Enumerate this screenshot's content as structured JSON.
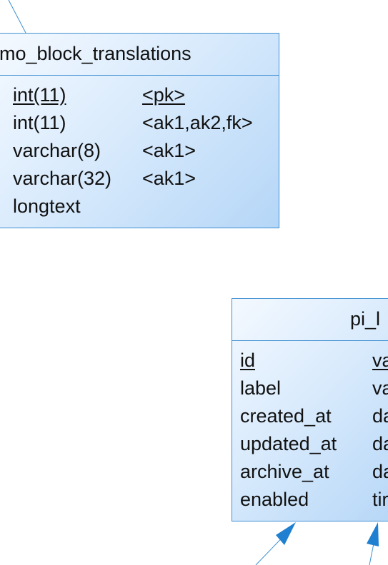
{
  "entities": [
    {
      "title": "mo_block_translations",
      "rows": [
        {
          "type": "int(11)",
          "key": "<pk>",
          "underline": true
        },
        {
          "type": "int(11)",
          "key": "<ak1,ak2,fk>",
          "underline": false
        },
        {
          "type": "varchar(8)",
          "key": "<ak1>",
          "underline": false
        },
        {
          "type": "varchar(32)",
          "key": "<ak1>",
          "underline": false
        },
        {
          "type": "longtext",
          "key": "",
          "underline": false
        }
      ]
    },
    {
      "title": "pi_l",
      "rows": [
        {
          "name": "id",
          "type": "va",
          "underline": true
        },
        {
          "name": "label",
          "type": "va",
          "underline": false
        },
        {
          "name": "created_at",
          "type": "da",
          "underline": false
        },
        {
          "name": "updated_at",
          "type": "da",
          "underline": false
        },
        {
          "name": "archive_at",
          "type": "da",
          "underline": false
        },
        {
          "name": "enabled",
          "type": "tir",
          "underline": false
        }
      ]
    }
  ],
  "colors": {
    "border": "#3f8fd2",
    "connector": "#3f8fd2",
    "arrow": "#1f7fd0",
    "fill_light": "#f4f9ff",
    "fill_dark": "#b5d6f7"
  }
}
